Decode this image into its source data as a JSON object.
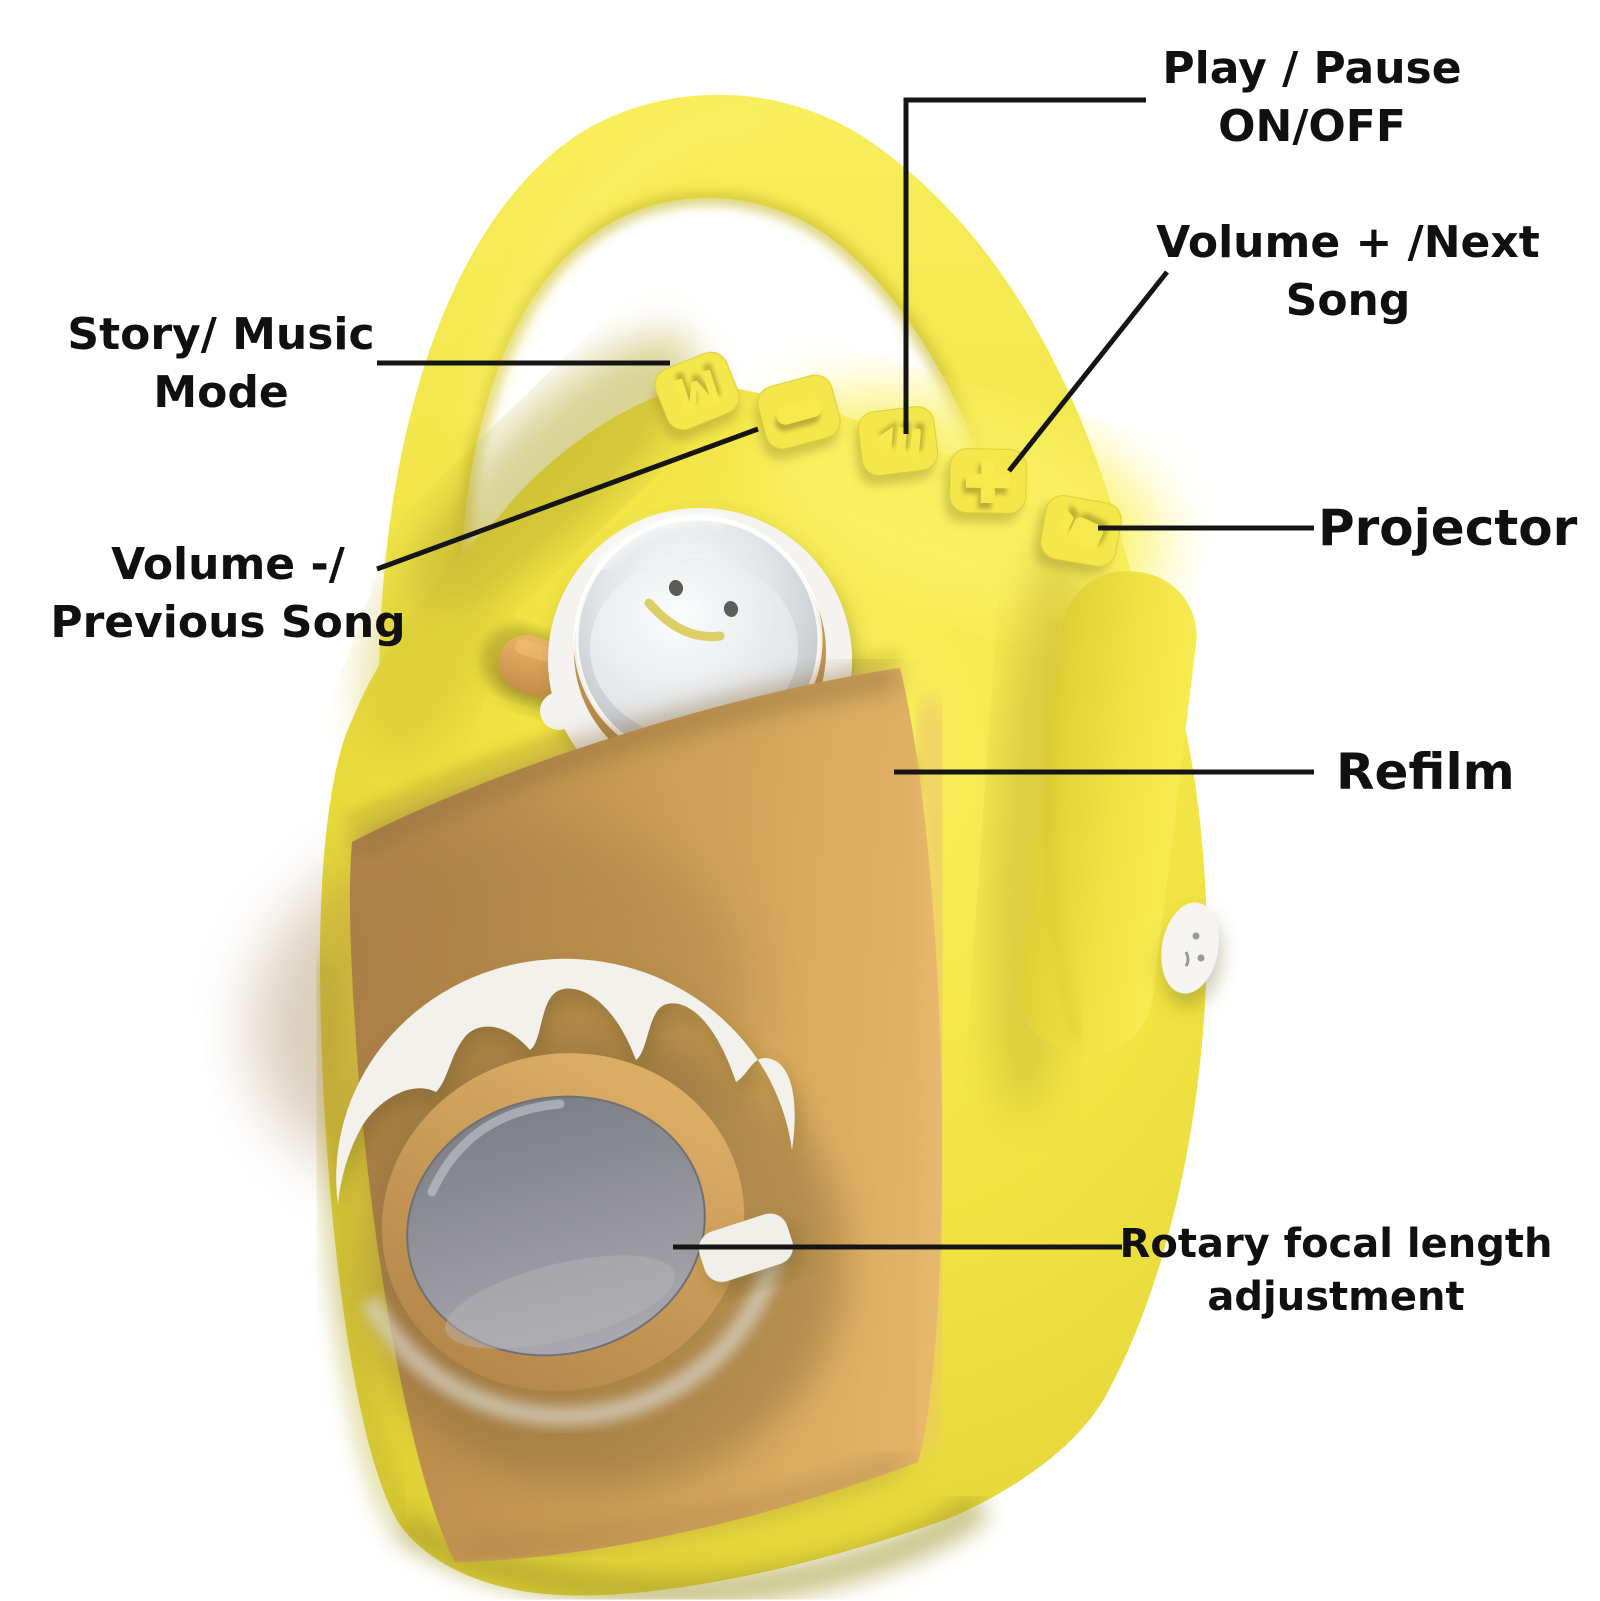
{
  "callouts": {
    "play_pause": {
      "line1": "Play / Pause",
      "line2": "ON/OFF"
    },
    "volume_next": {
      "line1": "Volume + /Next",
      "line2": "Song"
    },
    "story_mode": {
      "line1": "Story/ Music",
      "line2": "Mode"
    },
    "volume_prev": {
      "line1": "Volume -/",
      "line2": "Previous Song"
    },
    "projector": {
      "text": "Projector"
    },
    "refilm": {
      "text": "Refilm"
    },
    "rotary": {
      "line1": "Rotary focal length",
      "line2": "adjustment"
    }
  },
  "device": {
    "buttons": [
      {
        "id": "story-music-mode",
        "glyph": "M",
        "icon": "letter-m-icon"
      },
      {
        "id": "volume-down",
        "glyph": "−",
        "icon": "minus-icon"
      },
      {
        "id": "play-pause",
        "glyph": "",
        "icon": "play-pause-icon"
      },
      {
        "id": "volume-up",
        "glyph": "+",
        "icon": "plus-icon"
      },
      {
        "id": "projector",
        "glyph": "",
        "icon": "projector-icon"
      }
    ],
    "features": [
      "carry-handle",
      "bubble-dome-character",
      "film-stick-slot",
      "front-lens-wavy-ring",
      "side-white-button"
    ]
  },
  "colors": {
    "background": "#ffffff",
    "body_yellow": "#F2E440",
    "yellow_highlight": "#FAF162",
    "yellow_shadow": "#B3A62E",
    "front_tan": "#D2A355",
    "film_orange": "#DFA75E",
    "ring_white": "#F2F1EC",
    "lens_gray": "#94949B",
    "callout_line": "#151515",
    "label_text": "#101010"
  }
}
